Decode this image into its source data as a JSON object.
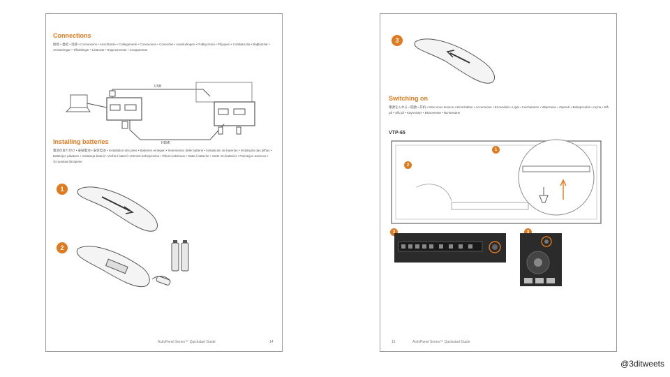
{
  "left": {
    "connections_heading": "Connections",
    "connections_text": "接続 • 連結 • 连接 • Connexions • Anschlüsse • Collegamenti • Conexiones • Conexões • Aansluitingen • Podłączenia • Připojení • Csatlakozás • Bağlantılar • Anslutningar • Tilkoblinger • Liitännät • Подключение • Соединения",
    "label_usb": "USB",
    "label_hdmi": "HDMI",
    "batteries_heading": "Installing batteries",
    "batteries_text": "電池の取り付け • 安裝電池 • 安装电池 • Installation des piles • Batterien einlegen • Inserimento delle batterie • Instalación de baterías • Instalação das pilhas • Batterijen plaatsen • Instalacja baterii • Vložení baterií • Elemek behelyezése • Pillerin takılması • Sätta i batterier • Sette inn batterier • Paristojen asennus • Установка батареек",
    "step1": "1",
    "step2": "2",
    "footer_text": "ActivPanel Series™ Quickstart Guide",
    "page_number": "14"
  },
  "right": {
    "step3": "3",
    "switching_heading": "Switching on",
    "switching_text": "電源を入れる • 開啟 • 开机 • Mise sous tension • Einschalten • Accensione • Encendido • Ligar • Inschakelen • Włączanie • Zapnutí • Bekapcsolás • Açma • Slå på • Slå på • Käynnistys • Включение • Включване",
    "model_label": "VTP-65",
    "panel_step1": "1",
    "panel_step2": "2",
    "panel_step3a": "3",
    "panel_step3b": "3",
    "page_number": "15",
    "footer_text": "ActivPanel Series™ Quickstart Guide"
  },
  "handle": "@3ditweets",
  "colors": {
    "accent": "#e07a1f"
  }
}
